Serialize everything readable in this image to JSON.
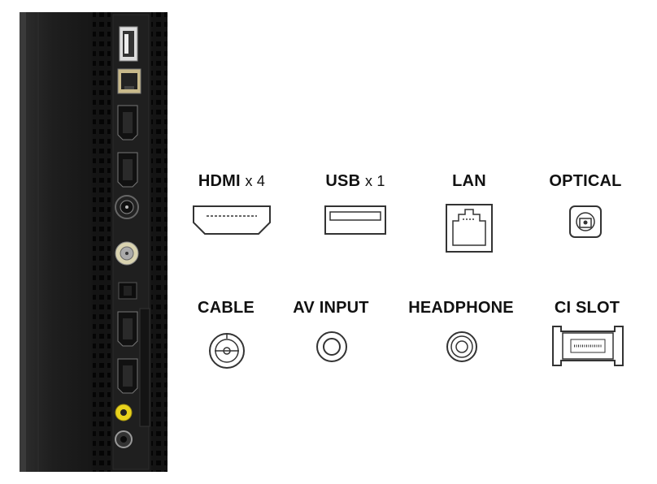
{
  "ports": [
    {
      "label": "HDMI",
      "qty": "x 4",
      "icon": "hdmi-port-icon"
    },
    {
      "label": "USB",
      "qty": "x 1",
      "icon": "usb-port-icon"
    },
    {
      "label": "LAN",
      "icon": "lan-port-icon"
    },
    {
      "label": "OPTICAL",
      "icon": "optical-port-icon"
    },
    {
      "label": "CABLE",
      "icon": "cable-port-icon"
    },
    {
      "label": "AV INPUT",
      "icon": "av-input-port-icon"
    },
    {
      "label": "HEADPHONE",
      "icon": "headphone-port-icon"
    },
    {
      "label": "CI SLOT",
      "icon": "ci-slot-icon"
    }
  ],
  "colors": {
    "panel_dark": "#1a1a1a",
    "panel_edge": "#2c2c2c",
    "icon_stroke": "#333333",
    "av_yellow": "#e8d21d",
    "coax_cream": "#d9d3b0"
  }
}
